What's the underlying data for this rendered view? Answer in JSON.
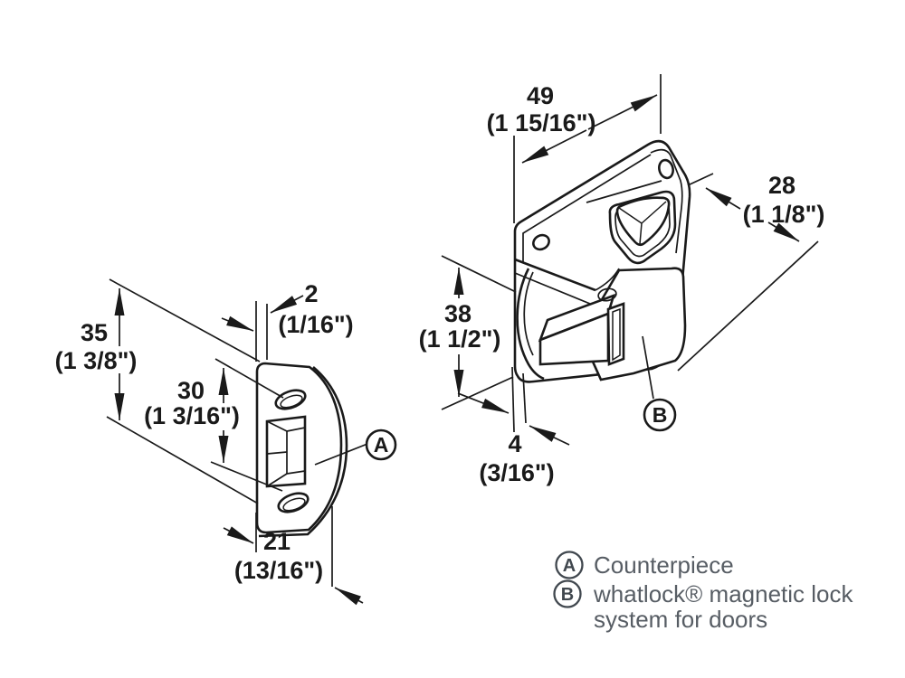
{
  "drawing": {
    "parts": {
      "a": "A",
      "b": "B"
    },
    "dimensions": {
      "counterpiece_height": {
        "mm": "35",
        "inch": "(1 3/8\")"
      },
      "counterpiece_hole_spacing": {
        "mm": "30",
        "inch": "(1 3/16\")"
      },
      "counterpiece_thickness": {
        "mm": "2",
        "inch": "(1/16\")"
      },
      "counterpiece_width": {
        "mm": "21",
        "inch": "(13/16\")"
      },
      "lock_width": {
        "mm": "49",
        "inch": "(1 15/16\")"
      },
      "lock_depth": {
        "mm": "28",
        "inch": "(1 1/8\")"
      },
      "lock_height": {
        "mm": "38",
        "inch": "(1 1/2\")"
      },
      "lock_plate_thickness": {
        "mm": "4",
        "inch": "(3/16\")"
      }
    }
  },
  "legend": {
    "items": [
      {
        "key": "A",
        "text": "Counterpiece",
        "text2": ""
      },
      {
        "key": "B",
        "text": "whatlock® magnetic lock",
        "text2": "system for doors"
      }
    ]
  },
  "colors": {
    "line": "#1a1a1a",
    "legend_text": "#575d64",
    "legend_key": "#41484f"
  }
}
